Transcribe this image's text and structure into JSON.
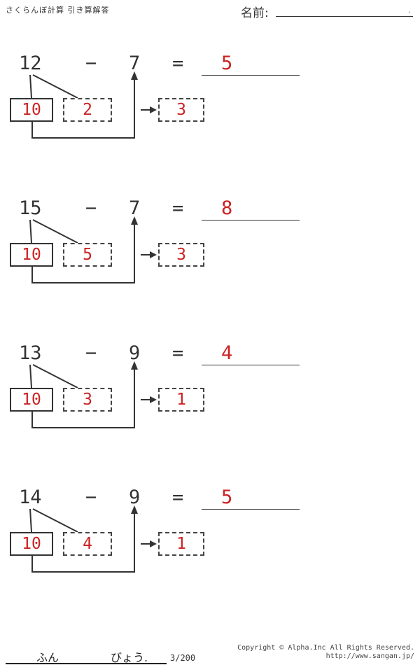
{
  "header": {
    "title": "さくらんぼ計算 引き算解答",
    "name_label": "名前:",
    "name_line_end": "."
  },
  "problems": [
    {
      "minuend": "12",
      "minus": "−",
      "subtrahend": "7",
      "equals": "=",
      "answer": "5",
      "ten": "10",
      "split": "2",
      "result": "3"
    },
    {
      "minuend": "15",
      "minus": "−",
      "subtrahend": "7",
      "equals": "=",
      "answer": "8",
      "ten": "10",
      "split": "5",
      "result": "3"
    },
    {
      "minuend": "13",
      "minus": "−",
      "subtrahend": "9",
      "equals": "=",
      "answer": "4",
      "ten": "10",
      "split": "3",
      "result": "1"
    },
    {
      "minuend": "14",
      "minus": "−",
      "subtrahend": "9",
      "equals": "=",
      "answer": "5",
      "ten": "10",
      "split": "4",
      "result": "1"
    }
  ],
  "footer": {
    "minutes_label": "ふん",
    "seconds_label": "びょう.",
    "page_number": "3/200",
    "copyright": "Copyright ©  Alpha.Inc All Rights Reserved.",
    "url": "http://www.sangan.jp/"
  },
  "colors": {
    "answer_red": "#cc2222",
    "ink": "#333333"
  }
}
